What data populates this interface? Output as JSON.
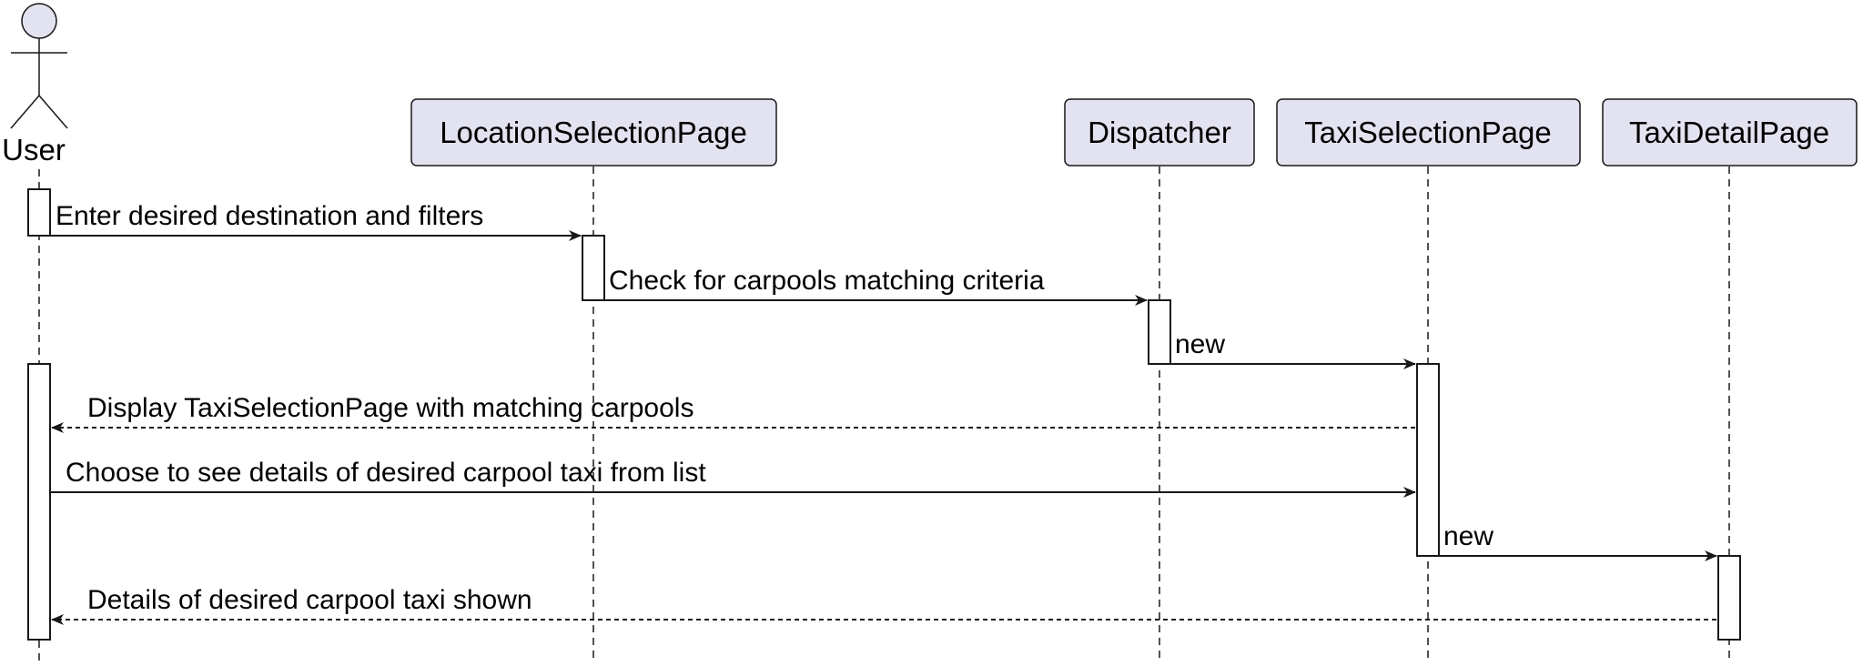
{
  "participants": [
    {
      "id": "user",
      "label": "User",
      "kind": "actor"
    },
    {
      "id": "location",
      "label": "LocationSelectionPage",
      "kind": "box"
    },
    {
      "id": "dispatcher",
      "label": "Dispatcher",
      "kind": "box"
    },
    {
      "id": "taxi_selection",
      "label": "TaxiSelectionPage",
      "kind": "box"
    },
    {
      "id": "taxi_detail",
      "label": "TaxiDetailPage",
      "kind": "box"
    }
  ],
  "messages": [
    {
      "from": "user",
      "to": "location",
      "label": "Enter desired destination and filters",
      "style": "solid"
    },
    {
      "from": "location",
      "to": "dispatcher",
      "label": "Check for carpools matching criteria",
      "style": "solid"
    },
    {
      "from": "dispatcher",
      "to": "taxi_selection",
      "label": "new",
      "style": "solid"
    },
    {
      "from": "taxi_selection",
      "to": "user",
      "label": "Display TaxiSelectionPage with matching carpools",
      "style": "dashed"
    },
    {
      "from": "user",
      "to": "taxi_selection",
      "label": "Choose to see details of desired carpool taxi from list",
      "style": "solid"
    },
    {
      "from": "taxi_selection",
      "to": "taxi_detail",
      "label": "new",
      "style": "solid"
    },
    {
      "from": "taxi_detail",
      "to": "user",
      "label": "Details of desired carpool taxi shown",
      "style": "dashed"
    }
  ],
  "colors": {
    "participant_fill": "#E2E2F0",
    "line": "#181818",
    "activation_fill": "#FFFFFF"
  }
}
